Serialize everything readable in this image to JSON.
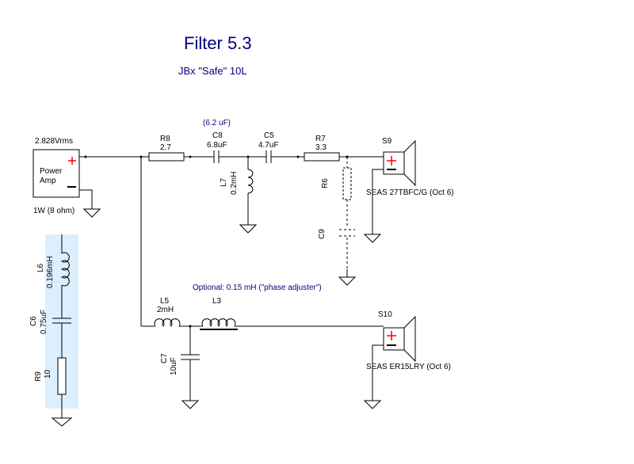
{
  "title": "Filter 5.3",
  "subtitle": "JBx  \"Safe\" 10L",
  "colors": {
    "title": "#000080",
    "highlight": "#dcefff",
    "plus": "#ff0000",
    "wire": "#000000"
  },
  "source": {
    "voltage": "2.828Vrms",
    "name_line1": "Power",
    "name_line2": "Amp",
    "power": "1W (8 ohm)"
  },
  "components": {
    "r8": {
      "ref": "R8",
      "value": "2.7"
    },
    "c8": {
      "note": "(6.2 uF)",
      "ref": "C8",
      "value": "6.8uF"
    },
    "c5": {
      "ref": "C5",
      "value": "4.7uF"
    },
    "r7": {
      "ref": "R7",
      "value": "3.3"
    },
    "l7": {
      "ref": "L7",
      "value": "0.2mH"
    },
    "r6": {
      "ref": "R6"
    },
    "c9": {
      "ref": "C9"
    },
    "l6": {
      "ref": "L6",
      "value": "0.196mH"
    },
    "c6": {
      "ref": "C6",
      "value": "0.75uF"
    },
    "r9": {
      "ref": "R9",
      "value": "10"
    },
    "l5": {
      "ref": "L5",
      "value": "2mH"
    },
    "l3": {
      "ref": "L3",
      "note": "Optional: 0.15 mH (\"phase adjuster\")"
    },
    "c7": {
      "ref": "C7",
      "value": "10uF"
    }
  },
  "speakers": {
    "s9": {
      "ref": "S9",
      "model": "SEAS 27TBFC/G (Oct 6)"
    },
    "s10": {
      "ref": "S10",
      "model": "SEAS ER15LRY (Oct 6)"
    }
  }
}
